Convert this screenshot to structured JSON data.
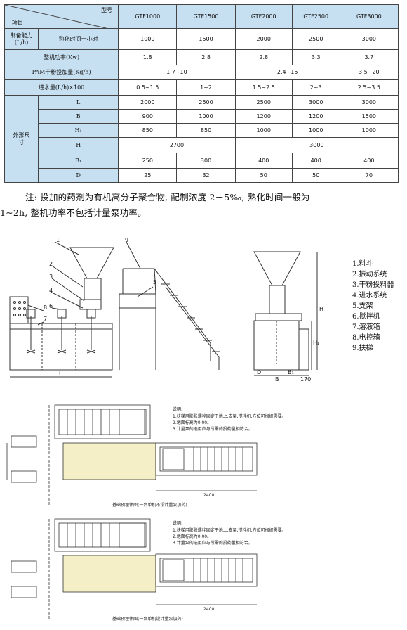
{
  "table": {
    "header_type": "型号",
    "header_item": "项目",
    "models": [
      "GTF1000",
      "GTF1500",
      "GTF2000",
      "GTF2500",
      "GTF3000"
    ],
    "prep_label_1": "制备能力(L/h)",
    "prep_label_2": "熟化时间一小时",
    "prep": [
      "1000",
      "1500",
      "2000",
      "2500",
      "3000"
    ],
    "power_label": "整机功率(Kw)",
    "power": [
      "1.8",
      "2.8",
      "2.8",
      "3.3",
      "3.7"
    ],
    "pam_label": "PAM干粉投加量(Kg/h)",
    "pam": [
      "1.7~10",
      "2.4~15",
      "3.5~20"
    ],
    "water_label": "进水量(L/h)×100",
    "water": [
      "0.5~1.5",
      "1~2",
      "1.5~2.5",
      "2~3",
      "2.5~3.5"
    ],
    "dims_label": "外形尺寸",
    "dim_rows": [
      {
        "key": "L",
        "values": [
          "2000",
          "2500",
          "2500",
          "3000",
          "3000"
        ]
      },
      {
        "key": "B",
        "values": [
          "900",
          "1000",
          "1200",
          "1200",
          "1500"
        ]
      },
      {
        "key": "H₁",
        "values": [
          "850",
          "850",
          "1000",
          "1000",
          "1000"
        ]
      }
    ],
    "dim_h": {
      "key": "H",
      "values": [
        "2700",
        "3000"
      ]
    },
    "dim_rows2": [
      {
        "key": "B₁",
        "values": [
          "250",
          "300",
          "400",
          "400",
          "400"
        ]
      },
      {
        "key": "D",
        "values": [
          "25",
          "32",
          "50",
          "50",
          "70"
        ]
      }
    ]
  },
  "note": {
    "line1": "注: 投加的药剂为有机高分子聚合物, 配制浓度 2－5‰, 熟化时间一般为",
    "line2": "1~2h, 整机功率不包括计量泵功率。"
  },
  "legend": {
    "items": [
      "1.料斗",
      "2.振动系统",
      "3.干粉投料器",
      "4.进水系统",
      "5.支架",
      "6.搅拌机",
      "7.溶液箱",
      "8.电控箱",
      "9.扶梯"
    ]
  },
  "drawing": {
    "front_label_L": "L",
    "side_label_H": "H",
    "side_label_H1": "H₁",
    "side_label_B": "B",
    "side_label_B1": "B₁",
    "side_label_170": "170",
    "side_label_D": "D",
    "callouts": [
      "1",
      "2",
      "3",
      "4",
      "5",
      "6",
      "7",
      "8",
      "9"
    ],
    "plan1_caption": "基础预埋件图(一台单机不设计量泵加药)",
    "plan2_caption": "基础预埋件图(一台单机设计量泵加药)",
    "plan_dim_2400": "2400",
    "notes_title": "说明:",
    "notes_lines": [
      "1.扶梯用膨胀螺栓固定于地上,支架,搅拌机,方位可根据需要。",
      "2.地面标高为0.00。",
      "3.计量泵的选用应与所需的投药量相符合。"
    ]
  }
}
